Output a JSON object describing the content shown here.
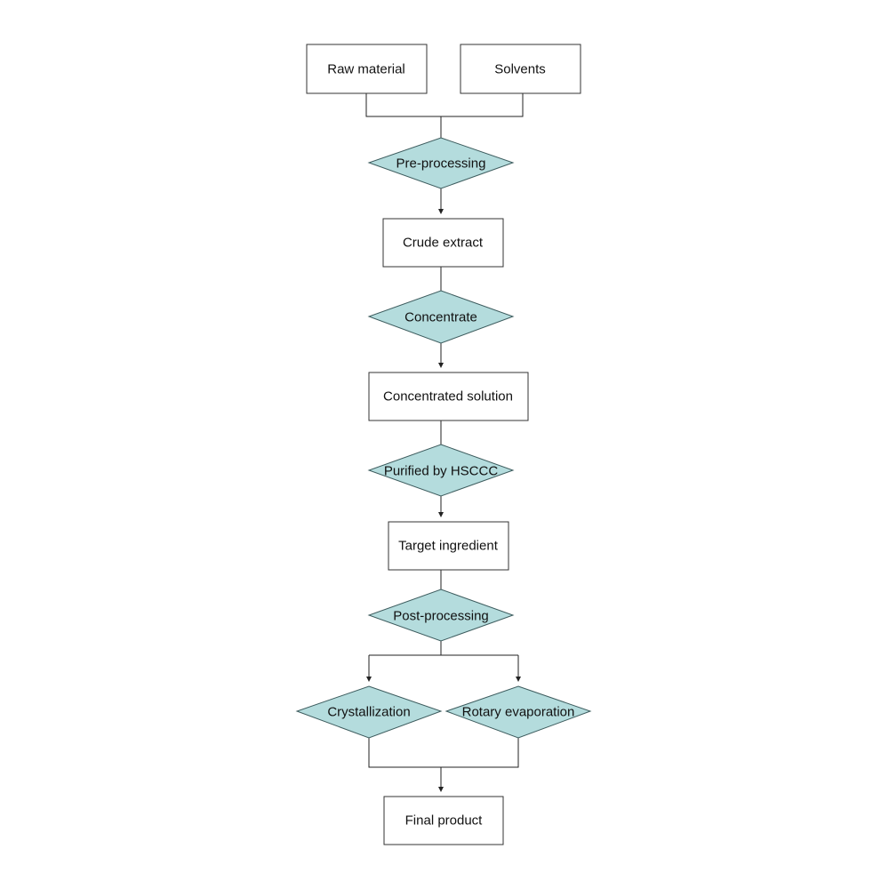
{
  "colors": {
    "decision_fill": "#b4dcdd",
    "box_stroke": "#333333",
    "line": "#222222"
  },
  "nodes": {
    "raw_material": "Raw material",
    "solvents": "Solvents",
    "pre_processing": "Pre-processing",
    "crude_extract": "Crude extract",
    "concentrate": "Concentrate",
    "concentrated_solution": "Concentrated solution",
    "purified_hsccc": "Purified by HSCCC",
    "target_ingredient": "Target ingredient",
    "post_processing": "Post-processing",
    "crystallization": "Crystallization",
    "rotary_evaporation": "Rotary evaporation",
    "final_product": "Final product"
  }
}
